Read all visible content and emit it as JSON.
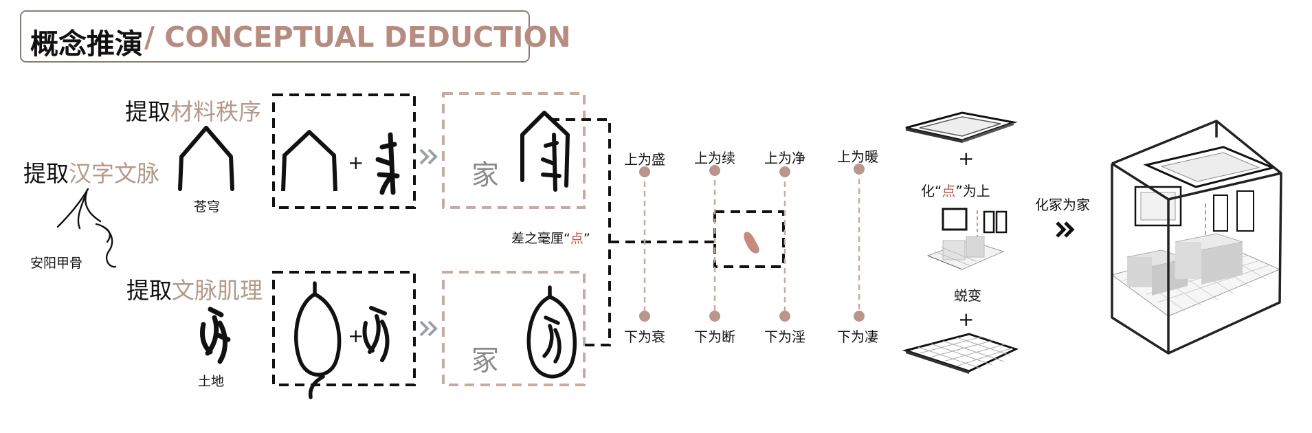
{
  "header": {
    "title_zh": "概念推演",
    "title_en": "/ CONCEPTUAL DEDUCTION"
  },
  "left": {
    "heading_prefix": "提取",
    "heading_accent": "汉字文脉",
    "caption": "安阳甲骨"
  },
  "row_top": {
    "heading_prefix": "提取",
    "heading_accent": "材料秩序",
    "glyph_caption": "苍穹",
    "plus": "+",
    "merged_glyph": "家"
  },
  "row_bottom": {
    "heading_prefix": "提取",
    "heading_accent": "文脉肌理",
    "glyph_caption": "土地",
    "plus": "+",
    "merged_glyph": "冢"
  },
  "dot_label": {
    "prefix": "差之毫厘",
    "quote_open": "“",
    "highlight": "点",
    "quote_close": "”"
  },
  "pairs": [
    {
      "top": "上为盛",
      "bottom": "下为衰"
    },
    {
      "top": "上为续",
      "bottom": "下为断"
    },
    {
      "top": "上为净",
      "bottom": "下为淫"
    },
    {
      "top": "上为暖",
      "bottom": "下为凄"
    }
  ],
  "transform": {
    "plus_top": "+",
    "phrase_prefix": "化",
    "quote_open": "“",
    "phrase_highlight": "点",
    "quote_close": "”",
    "phrase_suffix": "为上",
    "caption": "蜕变",
    "plus_bottom": "+"
  },
  "result": {
    "label": "化冢为家"
  },
  "colors": {
    "accent": "#b39a8b",
    "title_en": "#b68b80",
    "highlight": "#c8524a",
    "dashed_dark": "#111111",
    "dashed_light": "#c8ab9c",
    "dot": "#b9968a"
  }
}
